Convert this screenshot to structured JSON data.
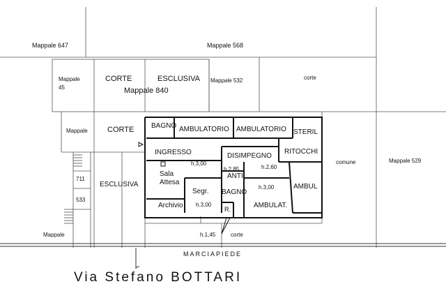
{
  "plot_labels": {
    "mappale_647": "Mappale 647",
    "mappale_568": "Mappale 568",
    "mappale_45": "Mappale\n45",
    "corte_top": "CORTE",
    "esclusiva_top": "ESCLUSIVA",
    "mappale_840": "Mappale 840",
    "mappale_532": "Mappale 532",
    "corte_right": "corte",
    "mappale_mid": "Mappale",
    "corte_mid": "CORTE",
    "esclusiva_left": "ESCLUSIVA",
    "comune": "comune",
    "mappale_529": "Mappale 529",
    "num_711": "711",
    "num_533": "533",
    "mappale_bottom": "Mappale",
    "corte_bottom": "corte",
    "marciapiede": "MARCIAPIEDE",
    "street": "Via Stefano BOTTARI"
  },
  "rooms": {
    "bagno_1": "BAGNO",
    "ambulatorio_1": "AMBULATORIO",
    "ambulatorio_2": "AMBULATORIO",
    "steril": "STERIL",
    "ingresso": "INGRESSO",
    "disimpegno": "DISIMPEGNO",
    "ritocchi": "RITOCCHI",
    "sala_attesa": "Sala\nAttesa",
    "anti": "ANTI",
    "bagno_2": "BAGNO",
    "segr": "Segr.",
    "ambul_right": "AMBUL",
    "ambulat": "AMBULAT.",
    "archivio": "Archivio",
    "r": "R."
  },
  "heights": {
    "h_ingresso": "h.3,00",
    "h_anti": "h.2,85",
    "h_ritocchi": "h.2,60",
    "h_segr": "h.3,00",
    "h_ambulat": "h.3,00",
    "h_bottom": "h.1,45"
  }
}
